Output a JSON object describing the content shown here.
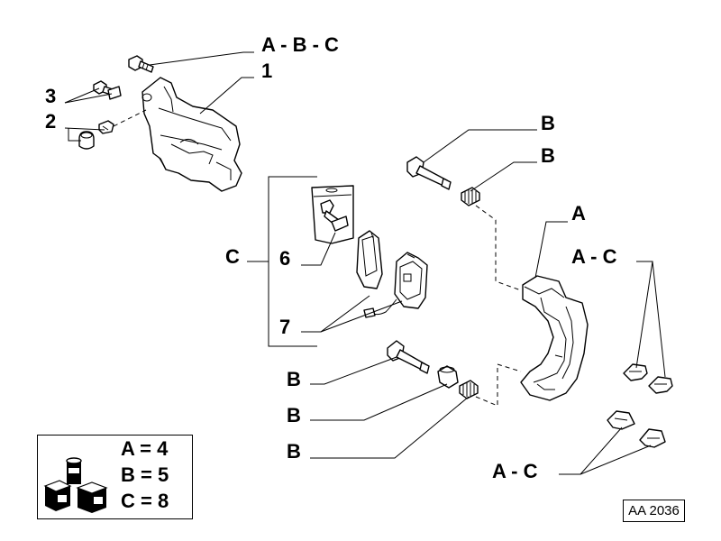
{
  "callouts": {
    "bolt_abc": "A - B - C",
    "caliper_body": "1",
    "bolt_3": "3",
    "bleeder_2": "2",
    "pin_b_top": "B",
    "sleeve_b_top": "B",
    "kit_c": "C",
    "kit_6": "6",
    "pads_7": "7",
    "bracket_a": "A",
    "clips_ac_top": "A - C",
    "pin_b_bottom": "B",
    "sleeve_b_bottom": "B",
    "boot_b_bottom": "B",
    "clips_ac_bottom": "A - C"
  },
  "legend": {
    "row_a": "A = 4",
    "row_b": "B = 5",
    "row_c": "C = 8"
  },
  "drawing_code": "AA 2036"
}
